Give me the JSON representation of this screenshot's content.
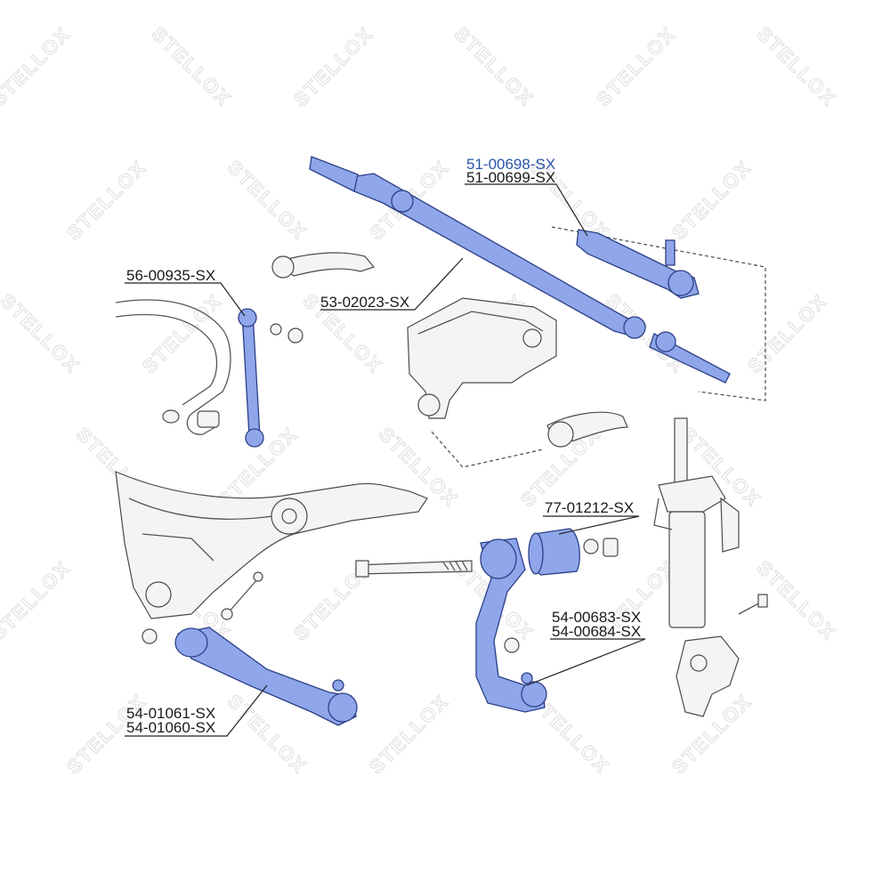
{
  "watermark": {
    "brand": "STELLOX"
  },
  "callouts": [
    {
      "id": "tie-rod-end",
      "lines": [
        "51-00698-SX",
        "51-00699-SX"
      ],
      "highlight": true
    },
    {
      "id": "stabilizer-link",
      "lines": [
        "56-00935-SX"
      ],
      "highlight": false
    },
    {
      "id": "center-tie-rod",
      "lines": [
        "53-02023-SX"
      ],
      "highlight": false
    },
    {
      "id": "control-arm-bushing",
      "lines": [
        "77-01212-SX"
      ],
      "highlight": false
    },
    {
      "id": "upper-control-arm",
      "lines": [
        "54-00683-SX",
        "54-00684-SX"
      ],
      "highlight": false
    },
    {
      "id": "lower-control-arm",
      "lines": [
        "54-01061-SX",
        "54-01060-SX"
      ],
      "highlight": false
    }
  ],
  "colors": {
    "part_fill": "#8fa6ea",
    "part_stroke": "#2c3f86",
    "highlight_label": "#2855a8",
    "watermark": "#e3e3e3"
  }
}
